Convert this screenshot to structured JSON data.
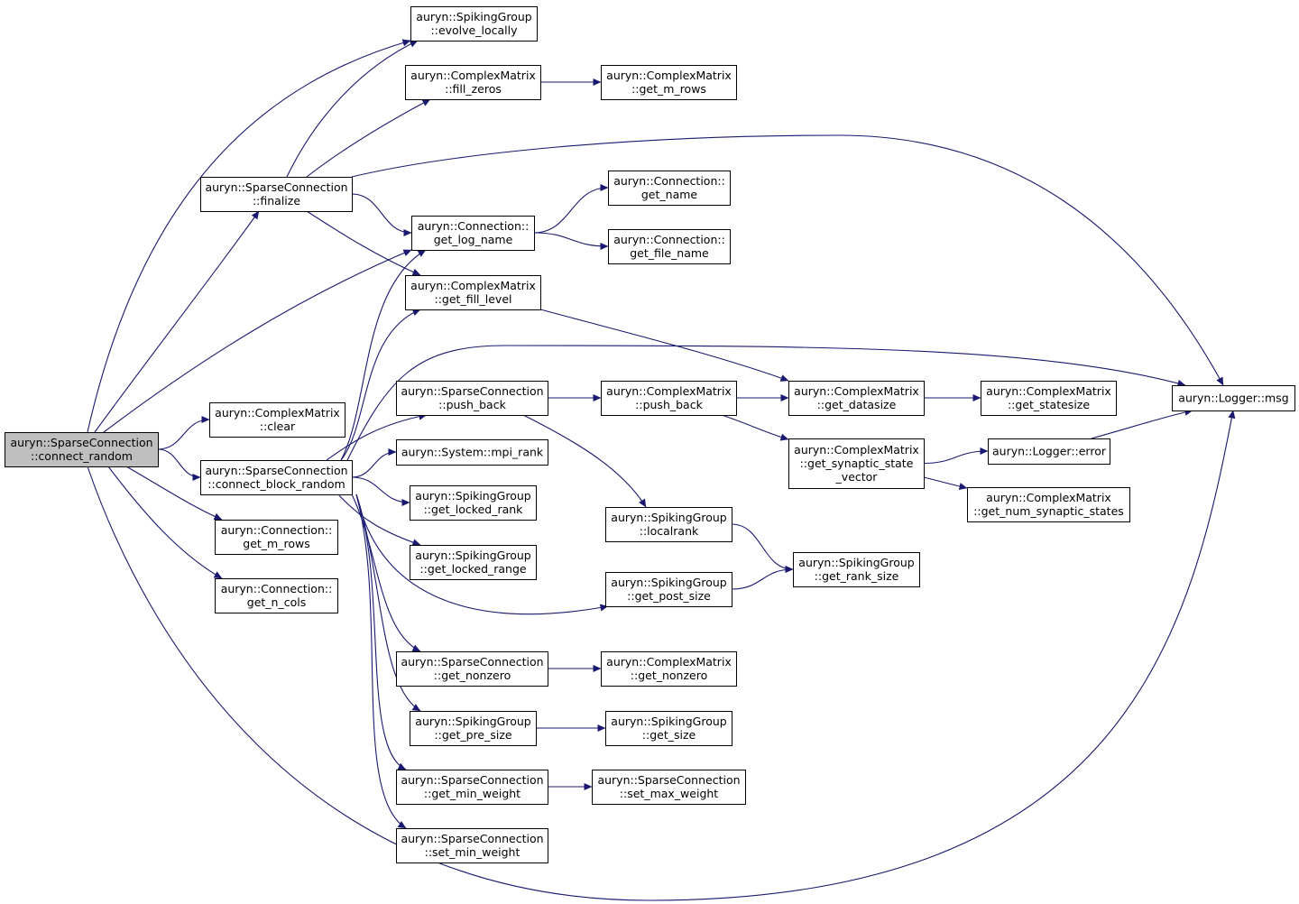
{
  "colors": {
    "edge": "#191970",
    "root_fill": "#bfbfbf",
    "node_fill": "#ffffff",
    "border": "#000000"
  },
  "nodes": [
    {
      "id": "connect_random",
      "lines": [
        "auryn::SparseConnection",
        "::connect_random"
      ],
      "root": true
    },
    {
      "id": "evolve_locally",
      "lines": [
        "auryn::SpikingGroup",
        "::evolve_locally"
      ]
    },
    {
      "id": "fill_zeros",
      "lines": [
        "auryn::ComplexMatrix",
        "::fill_zeros"
      ]
    },
    {
      "id": "get_m_rows_cm",
      "lines": [
        "auryn::ComplexMatrix",
        "::get_m_rows"
      ]
    },
    {
      "id": "finalize",
      "lines": [
        "auryn::SparseConnection",
        "::finalize"
      ]
    },
    {
      "id": "get_name",
      "lines": [
        "auryn::Connection::",
        "get_name"
      ]
    },
    {
      "id": "get_log_name",
      "lines": [
        "auryn::Connection::",
        "get_log_name"
      ]
    },
    {
      "id": "get_file_name",
      "lines": [
        "auryn::Connection::",
        "get_file_name"
      ]
    },
    {
      "id": "get_fill_level",
      "lines": [
        "auryn::ComplexMatrix",
        "::get_fill_level"
      ]
    },
    {
      "id": "clear",
      "lines": [
        "auryn::ComplexMatrix",
        "::clear"
      ]
    },
    {
      "id": "push_back_sc",
      "lines": [
        "auryn::SparseConnection",
        "::push_back"
      ]
    },
    {
      "id": "push_back_cm",
      "lines": [
        "auryn::ComplexMatrix",
        "::push_back"
      ]
    },
    {
      "id": "get_datasize",
      "lines": [
        "auryn::ComplexMatrix",
        "::get_datasize"
      ]
    },
    {
      "id": "get_statesize",
      "lines": [
        "auryn::ComplexMatrix",
        "::get_statesize"
      ]
    },
    {
      "id": "msg",
      "lines": [
        "auryn::Logger::msg"
      ]
    },
    {
      "id": "connect_block_random",
      "lines": [
        "auryn::SparseConnection",
        "::connect_block_random"
      ]
    },
    {
      "id": "mpi_rank",
      "lines": [
        "auryn::System::mpi_rank"
      ]
    },
    {
      "id": "get_synaptic_state_vector",
      "lines": [
        "auryn::ComplexMatrix",
        "::get_synaptic_state",
        "_vector"
      ]
    },
    {
      "id": "error",
      "lines": [
        "auryn::Logger::error"
      ]
    },
    {
      "id": "get_locked_rank",
      "lines": [
        "auryn::SpikingGroup",
        "::get_locked_rank"
      ]
    },
    {
      "id": "get_num_synaptic_states",
      "lines": [
        "auryn::ComplexMatrix",
        "::get_num_synaptic_states"
      ]
    },
    {
      "id": "get_m_rows_conn",
      "lines": [
        "auryn::Connection::",
        "get_m_rows"
      ]
    },
    {
      "id": "localrank",
      "lines": [
        "auryn::SpikingGroup",
        "::localrank"
      ]
    },
    {
      "id": "get_locked_range",
      "lines": [
        "auryn::SpikingGroup",
        "::get_locked_range"
      ]
    },
    {
      "id": "get_rank_size",
      "lines": [
        "auryn::SpikingGroup",
        "::get_rank_size"
      ]
    },
    {
      "id": "get_n_cols",
      "lines": [
        "auryn::Connection::",
        "get_n_cols"
      ]
    },
    {
      "id": "get_post_size",
      "lines": [
        "auryn::SpikingGroup",
        "::get_post_size"
      ]
    },
    {
      "id": "get_nonzero_sc",
      "lines": [
        "auryn::SparseConnection",
        "::get_nonzero"
      ]
    },
    {
      "id": "get_nonzero_cm",
      "lines": [
        "auryn::ComplexMatrix",
        "::get_nonzero"
      ]
    },
    {
      "id": "get_pre_size",
      "lines": [
        "auryn::SpikingGroup",
        "::get_pre_size"
      ]
    },
    {
      "id": "get_size",
      "lines": [
        "auryn::SpikingGroup",
        "::get_size"
      ]
    },
    {
      "id": "get_min_weight",
      "lines": [
        "auryn::SparseConnection",
        "::get_min_weight"
      ]
    },
    {
      "id": "set_max_weight",
      "lines": [
        "auryn::SparseConnection",
        "::set_max_weight"
      ]
    },
    {
      "id": "set_min_weight",
      "lines": [
        "auryn::SparseConnection",
        "::set_min_weight"
      ]
    }
  ],
  "edges": [
    {
      "from": "connect_random",
      "to": "evolve_locally"
    },
    {
      "from": "connect_random",
      "to": "finalize"
    },
    {
      "from": "connect_random",
      "to": "get_log_name"
    },
    {
      "from": "connect_random",
      "to": "clear"
    },
    {
      "from": "connect_random",
      "to": "connect_block_random"
    },
    {
      "from": "connect_random",
      "to": "get_m_rows_conn"
    },
    {
      "from": "connect_random",
      "to": "get_n_cols"
    },
    {
      "from": "connect_random",
      "to": "msg"
    },
    {
      "from": "finalize",
      "to": "evolve_locally"
    },
    {
      "from": "finalize",
      "to": "fill_zeros"
    },
    {
      "from": "finalize",
      "to": "msg"
    },
    {
      "from": "finalize",
      "to": "get_log_name"
    },
    {
      "from": "finalize",
      "to": "get_fill_level"
    },
    {
      "from": "fill_zeros",
      "to": "get_m_rows_cm"
    },
    {
      "from": "get_log_name",
      "to": "get_name"
    },
    {
      "from": "get_log_name",
      "to": "get_file_name"
    },
    {
      "from": "get_fill_level",
      "to": "get_datasize"
    },
    {
      "from": "connect_block_random",
      "to": "get_log_name"
    },
    {
      "from": "connect_block_random",
      "to": "get_fill_level"
    },
    {
      "from": "connect_block_random",
      "to": "msg"
    },
    {
      "from": "connect_block_random",
      "to": "push_back_sc"
    },
    {
      "from": "connect_block_random",
      "to": "mpi_rank"
    },
    {
      "from": "connect_block_random",
      "to": "get_locked_rank"
    },
    {
      "from": "connect_block_random",
      "to": "get_locked_range"
    },
    {
      "from": "connect_block_random",
      "to": "get_post_size"
    },
    {
      "from": "connect_block_random",
      "to": "get_nonzero_sc"
    },
    {
      "from": "connect_block_random",
      "to": "get_pre_size"
    },
    {
      "from": "connect_block_random",
      "to": "get_min_weight"
    },
    {
      "from": "connect_block_random",
      "to": "set_min_weight"
    },
    {
      "from": "push_back_sc",
      "to": "push_back_cm"
    },
    {
      "from": "push_back_sc",
      "to": "localrank"
    },
    {
      "from": "push_back_cm",
      "to": "get_datasize"
    },
    {
      "from": "push_back_cm",
      "to": "get_synaptic_state_vector"
    },
    {
      "from": "get_datasize",
      "to": "get_statesize"
    },
    {
      "from": "get_synaptic_state_vector",
      "to": "error"
    },
    {
      "from": "get_synaptic_state_vector",
      "to": "get_num_synaptic_states"
    },
    {
      "from": "error",
      "to": "msg"
    },
    {
      "from": "localrank",
      "to": "get_rank_size"
    },
    {
      "from": "get_post_size",
      "to": "get_rank_size"
    },
    {
      "from": "get_nonzero_sc",
      "to": "get_nonzero_cm"
    },
    {
      "from": "get_pre_size",
      "to": "get_size"
    },
    {
      "from": "get_min_weight",
      "to": "set_max_weight"
    }
  ]
}
